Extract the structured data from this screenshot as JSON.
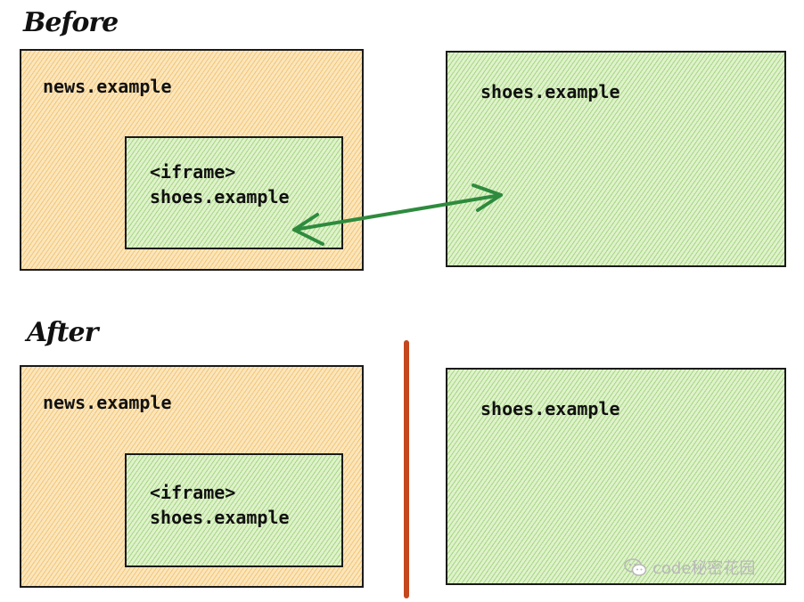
{
  "before": {
    "heading": "Before",
    "outer_label": "news.example",
    "iframe_label": "<iframe>",
    "iframe_site": "shoes.example",
    "right_label": "shoes.example"
  },
  "after": {
    "heading": "After",
    "outer_label": "news.example",
    "iframe_label": "<iframe>",
    "iframe_site": "shoes.example",
    "right_label": "shoes.example"
  },
  "watermark": {
    "text": "code秘密花园",
    "icon": "wechat-icon"
  },
  "colors": {
    "orange_fill": "#fbe6bd",
    "green_fill": "#dff2cc",
    "arrow": "#2e8b3e",
    "divider": "#c4471d"
  }
}
